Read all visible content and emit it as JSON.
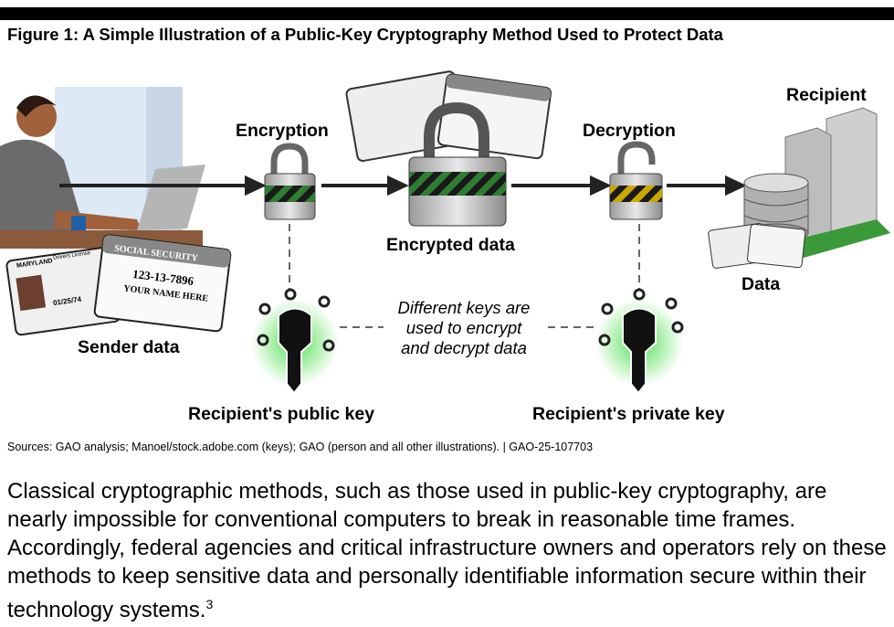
{
  "figure": {
    "title": "Figure 1: A Simple Illustration of a Public-Key Cryptography Method Used to Protect Data",
    "labels": {
      "encryption": "Encryption",
      "decryption": "Decryption",
      "encrypted_data": "Encrypted data",
      "recipient": "Recipient",
      "data": "Data",
      "sender_data": "Sender data",
      "public_key": "Recipient's public key",
      "private_key": "Recipient's private key"
    },
    "note_lines": [
      "Different keys are",
      "used to encrypt",
      "and decrypt data"
    ],
    "card_text": {
      "ss_title": "SOCIAL SECURITY",
      "ss_number": "123-13-7896",
      "ss_name": "YOUR NAME HERE",
      "dl_state": "MARYLAND",
      "dl_type": "Drivers License",
      "dl_date": "01/25/74"
    },
    "sources": "Sources: GAO analysis; Manoel/stock.adobe.com (keys); GAO (person and all other illustrations).  |  GAO-25-107703",
    "colors": {
      "lock_stripe_green": "#2e7d32",
      "lock_stripe_yellow": "#c9a800",
      "key_glow": "#3fdc3f"
    }
  },
  "body": {
    "paragraph": "Classical cryptographic methods, such as those used in public-key cryptography, are nearly impossible for conventional computers to break in reasonable time frames. Accordingly, federal agencies and critical infrastructure owners and operators rely on these methods to keep sensitive data and personally identifiable information secure within their technology systems.",
    "footnote": "3"
  }
}
